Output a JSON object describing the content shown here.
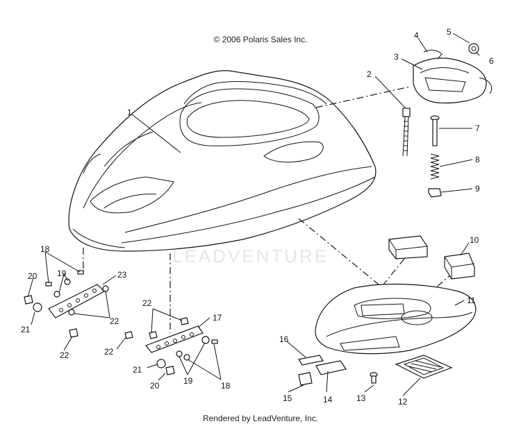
{
  "header": {
    "copyright": "© 2006 Polaris Sales Inc."
  },
  "footer": {
    "rendered_by": "Rendered by LeadVenture, Inc."
  },
  "watermark": {
    "text": "LEADVENTURE"
  },
  "callouts": [
    "1",
    "2",
    "3",
    "4",
    "5",
    "6",
    "7",
    "8",
    "9",
    "10",
    "11",
    "12",
    "13",
    "14",
    "15",
    "16",
    "17",
    "18",
    "18",
    "19",
    "19",
    "20",
    "20",
    "21",
    "21",
    "22",
    "22",
    "22",
    "22",
    "23"
  ],
  "colors": {
    "line": "#111111",
    "watermark": "#e6e6e6"
  }
}
